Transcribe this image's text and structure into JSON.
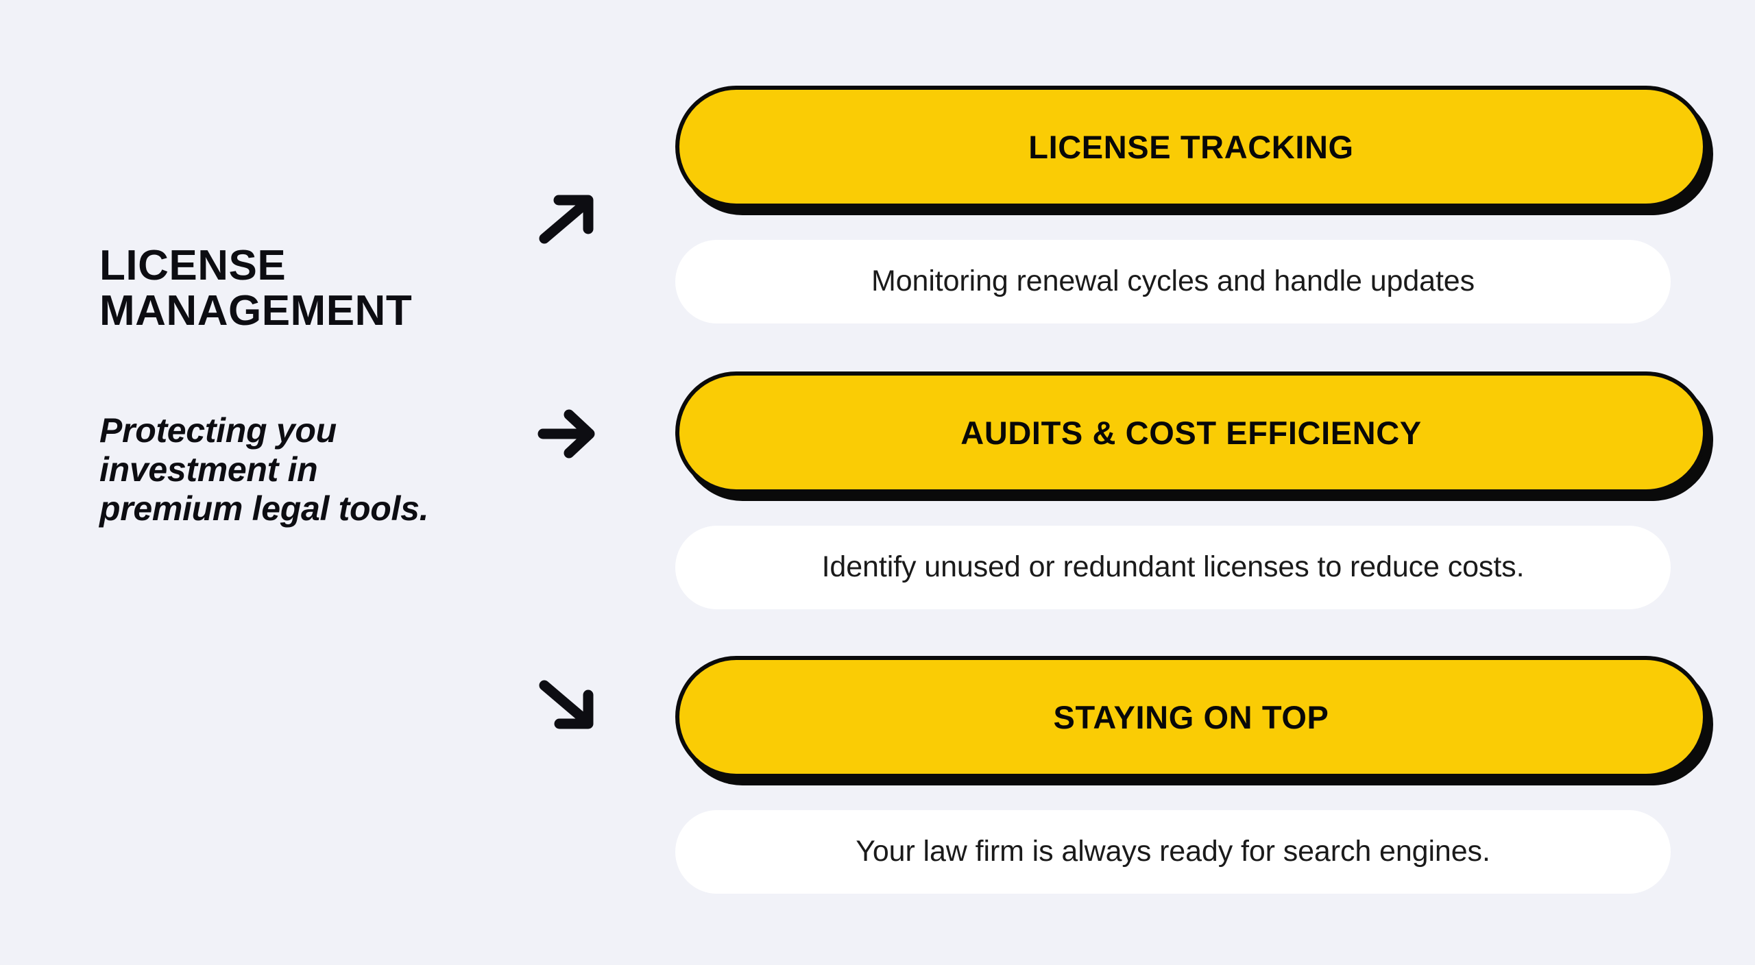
{
  "colors": {
    "background": "#f1f2f8",
    "accent_yellow": "#facc05",
    "outline_black": "#0a0a0a",
    "card_white": "#ffffff",
    "text_black": "#0d0d12"
  },
  "left": {
    "heading": "LICENSE\nMANAGEMENT",
    "tagline": "Protecting you investment in premium legal tools."
  },
  "rows": [
    {
      "arrow_icon": "arrow-up-right-icon",
      "title": "LICENSE TRACKING",
      "description": "Monitoring renewal cycles and handle updates"
    },
    {
      "arrow_icon": "arrow-right-icon",
      "title": "AUDITS & COST EFFICIENCY",
      "description": "Identify unused or redundant licenses to reduce costs."
    },
    {
      "arrow_icon": "arrow-down-right-icon",
      "title": "STAYING ON TOP",
      "description": "Your law firm is always ready for search engines."
    }
  ]
}
